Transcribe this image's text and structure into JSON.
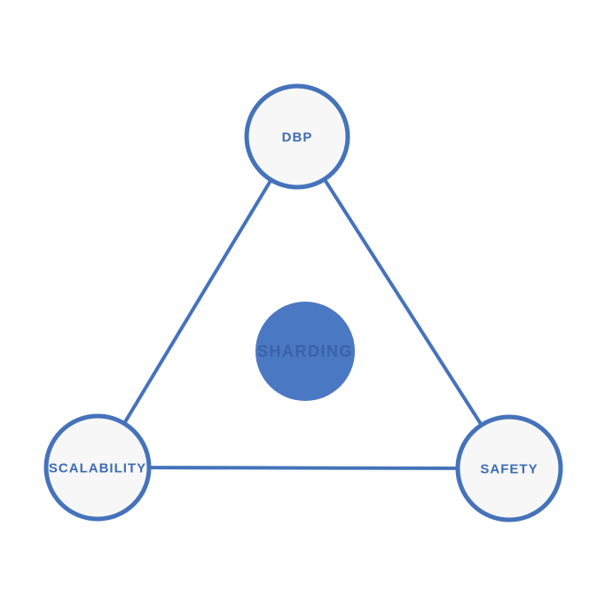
{
  "diagram": {
    "type": "triangle-network",
    "nodes": [
      {
        "id": "dbp",
        "label": "DBP"
      },
      {
        "id": "scalability",
        "label": "SCALABILITY"
      },
      {
        "id": "safety",
        "label": "SAFETY"
      }
    ],
    "center_node": {
      "id": "sharding",
      "label": "SHARDING"
    },
    "edges": [
      {
        "from": "dbp",
        "to": "scalability"
      },
      {
        "from": "dbp",
        "to": "safety"
      },
      {
        "from": "scalability",
        "to": "safety"
      }
    ]
  },
  "colors": {
    "background": "#ffffff",
    "edge_line": "#4573BB",
    "node_border": "#4573BB",
    "node_fill": "#F7F7F7",
    "node_label": "#3E6CB5",
    "center_fill": "#4B78C2",
    "center_label": "#3A62A8"
  }
}
